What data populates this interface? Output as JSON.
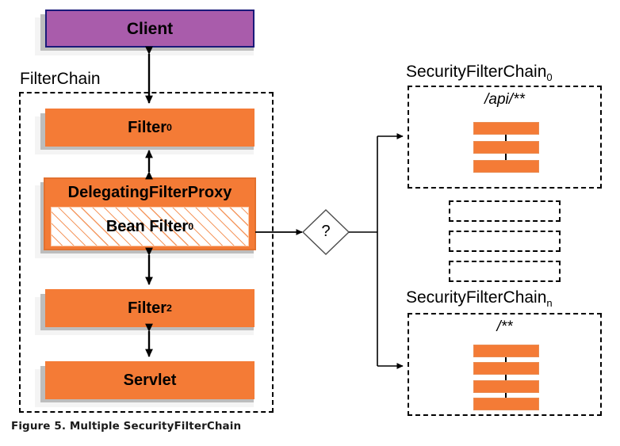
{
  "figure": {
    "caption": "Figure 5. Multiple SecurityFilterChain",
    "colors": {
      "client_fill": "#a95cab",
      "client_border": "#1a1a7a",
      "filter_fill": "#f47b36",
      "hatch_line": "#f59a62",
      "shadow_near": "#bdbdbd",
      "shadow_far": "#f4f4f4",
      "stroke": "#000000",
      "background": "#ffffff"
    }
  },
  "client": {
    "label": "Client"
  },
  "filter_chain": {
    "label": "FilterChain",
    "nodes": [
      {
        "label": "Filter",
        "subscript": "0"
      },
      {
        "label": "DelegatingFilterProxy",
        "subscript": ""
      },
      {
        "label": "Filter",
        "subscript": "2"
      },
      {
        "label": "Servlet",
        "subscript": ""
      }
    ],
    "bean_filter": {
      "label": "Bean Filter",
      "subscript": "0"
    }
  },
  "decision": {
    "label": "?"
  },
  "security_filter_chains": [
    {
      "title": "SecurityFilterChain",
      "subscript": "0",
      "pattern": "/api/**",
      "filter_count": 3
    },
    {
      "title": "SecurityFilterChain",
      "subscript": "n",
      "pattern": "/**",
      "filter_count": 4
    }
  ],
  "ellipsis_placeholder": {
    "name": "omitted-security-filter-chains",
    "rows": 3
  },
  "connectors": [
    {
      "from": "client",
      "to": "filter-0",
      "style": "double-arrow"
    },
    {
      "from": "filter-0",
      "to": "delegating-filter-proxy",
      "style": "double-arrow"
    },
    {
      "from": "delegating-filter-proxy",
      "to": "filter-2",
      "style": "double-arrow"
    },
    {
      "from": "filter-2",
      "to": "servlet",
      "style": "double-arrow"
    },
    {
      "from": "bean-filter-0",
      "to": "decision",
      "style": "single-arrow"
    },
    {
      "from": "decision",
      "to": "security-filter-chain-0",
      "style": "single-arrow"
    },
    {
      "from": "decision",
      "to": "security-filter-chain-n",
      "style": "single-arrow"
    }
  ]
}
